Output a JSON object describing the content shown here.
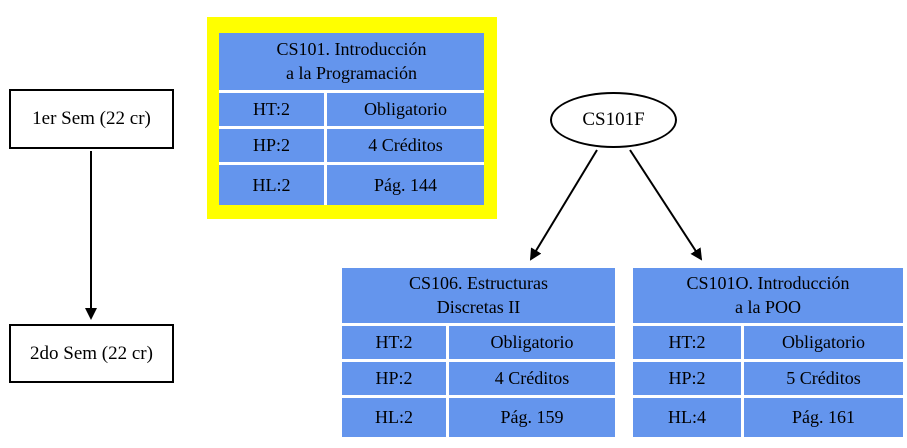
{
  "diagram": {
    "background": "#ffffff",
    "colors": {
      "node_fill": "#6495ed",
      "highlight": "#ffff00",
      "edge": "#000000"
    },
    "semester_nodes": [
      {
        "label": "1er Sem (22 cr)"
      },
      {
        "label": "2do Sem (22 cr)"
      }
    ],
    "prereq_node": {
      "label": "CS101F"
    },
    "course_tables": [
      {
        "id": "cs101",
        "title": "CS101. Introducción\na la Programación",
        "highlighted": true,
        "rows": [
          [
            "HT:2",
            "Obligatorio"
          ],
          [
            "HP:2",
            "4 Créditos"
          ],
          [
            "HL:2",
            "Pág. 144"
          ]
        ]
      },
      {
        "id": "cs106",
        "title": "CS106. Estructuras\nDiscretas II",
        "highlighted": false,
        "rows": [
          [
            "HT:2",
            "Obligatorio"
          ],
          [
            "HP:2",
            "4 Créditos"
          ],
          [
            "HL:2",
            "Pág. 159"
          ]
        ]
      },
      {
        "id": "cs101o",
        "title": "CS101O. Introducción\na la POO",
        "highlighted": false,
        "rows": [
          [
            "HT:2",
            "Obligatorio"
          ],
          [
            "HP:2",
            "5 Créditos"
          ],
          [
            "HL:4",
            "Pág. 161"
          ]
        ]
      }
    ]
  }
}
